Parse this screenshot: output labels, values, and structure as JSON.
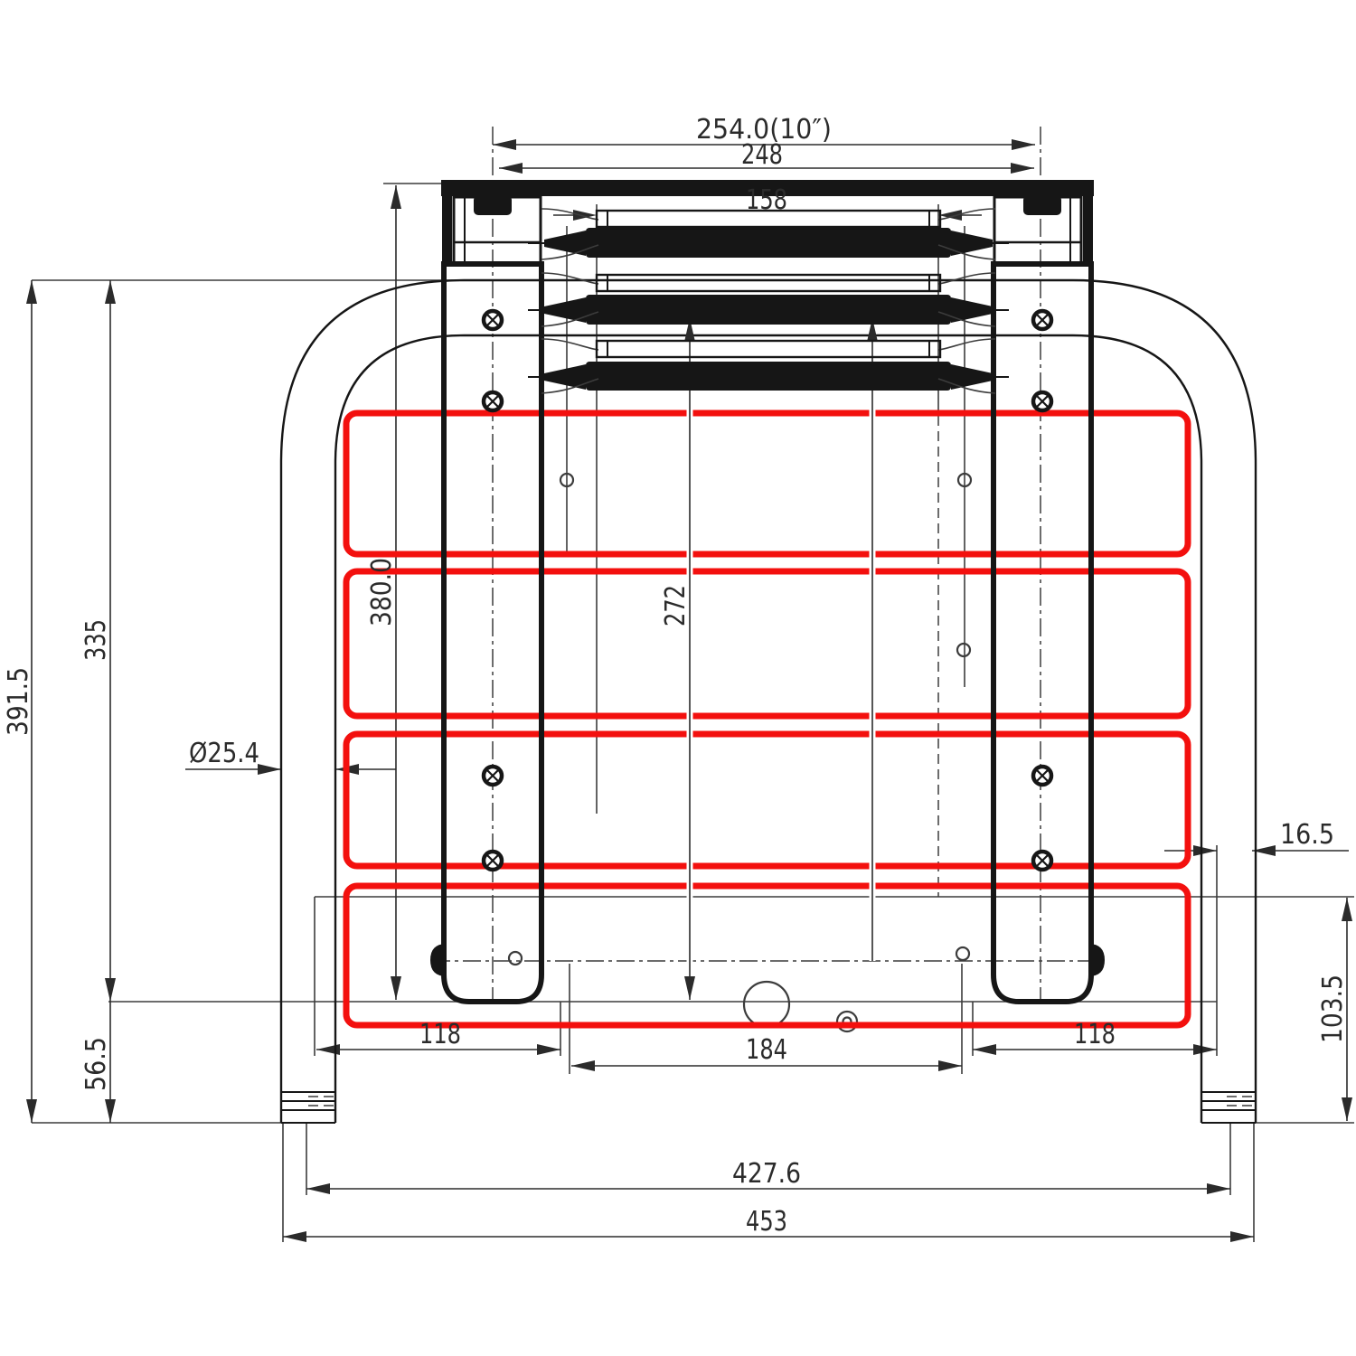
{
  "meta": {
    "type": "technical-drawing",
    "subject": "Folded telescoping 3-step ladder with mounting frame, front view"
  },
  "colors": {
    "line": "#161616",
    "thin": "#3c3c3c",
    "dim": "#2b2b2b",
    "highlight": "#f3100e",
    "background": "#ffffff"
  },
  "dimensions": {
    "top_outer_width": "254.0(10″)",
    "top_inner_width": "248",
    "step_tube_length": "158",
    "overall_height": "391.5",
    "height_to_pivot_plate": "335",
    "bracket_height": "380.0",
    "rail_inner_height": "272",
    "tube_diameter": "Ø25.4",
    "edge_offset": "16.5",
    "lower_leg_height": "103.5",
    "foot_drop": "56.5",
    "left_step_offset": "118",
    "center_hole_spacing": "184",
    "right_step_offset": "118",
    "mount_hole_span": "427.6",
    "overall_width": "453"
  }
}
